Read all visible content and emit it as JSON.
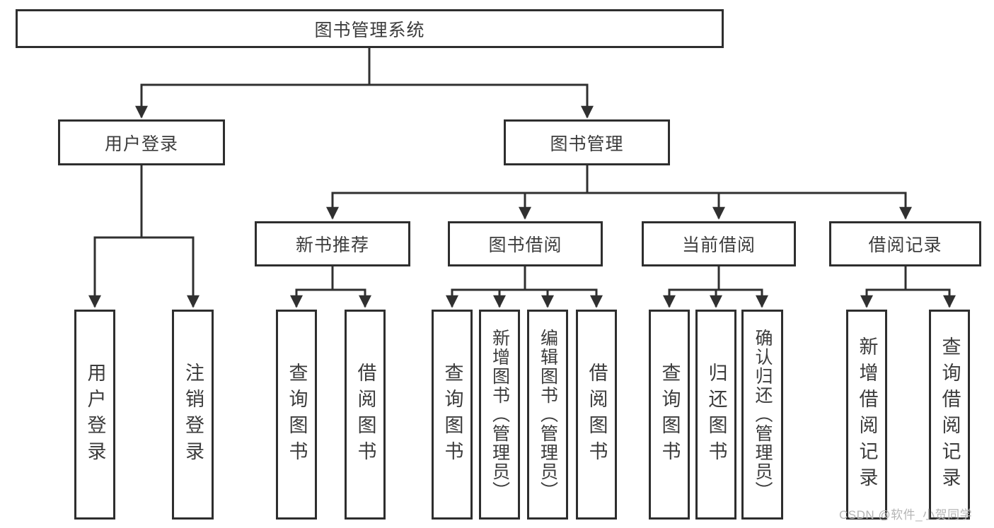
{
  "diagram": {
    "root": {
      "label": "图书管理系统"
    },
    "level2": [
      {
        "label": "用户登录",
        "children": [
          {
            "label": "用户登录"
          },
          {
            "label": "注销登录"
          }
        ]
      },
      {
        "label": "图书管理",
        "children": [
          {
            "label": "新书推荐",
            "children": [
              {
                "label": "查询图书"
              },
              {
                "label": "借阅图书"
              }
            ]
          },
          {
            "label": "图书借阅",
            "children": [
              {
                "label": "查询图书"
              },
              {
                "label": "新增图书（管理员）"
              },
              {
                "label": "编辑图书（管理员）"
              },
              {
                "label": "借阅图书"
              }
            ]
          },
          {
            "label": "当前借阅",
            "children": [
              {
                "label": "查询图书"
              },
              {
                "label": "归还图书"
              },
              {
                "label": "确认归还（管理员）"
              }
            ]
          },
          {
            "label": "借阅记录",
            "children": [
              {
                "label": "新增借阅记录"
              },
              {
                "label": "查询借阅记录"
              }
            ]
          }
        ]
      }
    ]
  },
  "watermark": {
    "text": "CSDN @软件_小贺同学"
  },
  "colors": {
    "line": "#303030",
    "box_border": "#2e2e2e",
    "box_fill": "#ffffff",
    "text": "#3c3c3c",
    "watermark": "#b5b5b5",
    "background": "#ffffff"
  }
}
